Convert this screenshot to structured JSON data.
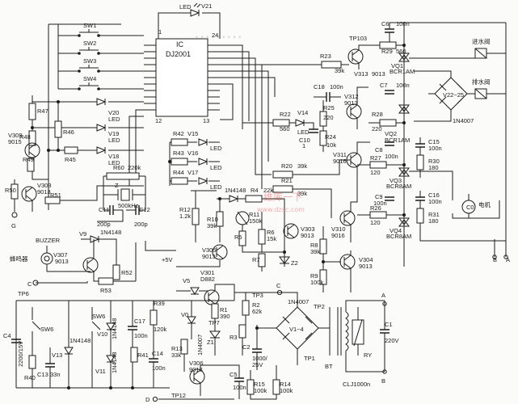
{
  "colors": {
    "ink": "#1c1c1c",
    "watermark": "#e86a6a"
  },
  "ic": {
    "name": "IC",
    "part": "DJ2001",
    "pin1": "1",
    "pin12": "12",
    "pin13": "13",
    "pin24": "24"
  },
  "switches": [
    "SW1",
    "SW2",
    "SW3",
    "SW4"
  ],
  "top": {
    "led": "LED",
    "v21": "V21"
  },
  "left_leds": {
    "v20": "V20",
    "v19": "V19",
    "v18": "V18",
    "led": "LED"
  },
  "left": {
    "r47": "R47",
    "r48": "R48",
    "r46": "R46",
    "r45": "R45",
    "r49": "R49",
    "v309": "V309",
    "t9015": "9015",
    "r50": "R50",
    "v308": "V308",
    "t9013": "9013",
    "r51": "R51",
    "g": "G"
  },
  "mid_leds": {
    "r42": "R42",
    "r43": "R43",
    "r44": "R44",
    "v15": "V15",
    "v16": "V16",
    "v17": "V17",
    "led": "LED"
  },
  "osc": {
    "r60": "R60",
    "r60v": "220k",
    "z": "Z",
    "xtal": "500kHz",
    "c11": "C11",
    "c12": "C12",
    "c11v": "200p",
    "c12v": "200p"
  },
  "buzzer": {
    "label": "BUZZER",
    "name": "蜂鸣器",
    "v9": "V9",
    "d": "1N4148",
    "v307": "V307",
    "t": "9013",
    "r52": "R52",
    "r53": "R53",
    "c": "C",
    "plus5": "+5V"
  },
  "ctrl": {
    "r22": "R22",
    "r22v": "560",
    "v14": "V14",
    "led": "LED",
    "c10": "C10",
    "c10v": "1",
    "c18": "C18",
    "c18v": "100n",
    "r25": "R25",
    "r25v": "220",
    "r24": "R24",
    "r24v": "10k",
    "v312": "V312",
    "t312": "9013",
    "v311": "V311",
    "t311": "9016",
    "r20": "R20",
    "r20v": "39k",
    "r21": "R21",
    "r21v": "39k",
    "r23": "R23",
    "r23v": "39k",
    "tp103": "TP103",
    "v313": "V313",
    "t313": "9013"
  },
  "mid": {
    "d4148": "1N4148",
    "r4": "R4",
    "r4v": "22k",
    "r10": "R10",
    "r10v": "39k",
    "r6": "R6",
    "r6v": "15k",
    "r5": "R5",
    "r7": "R7",
    "r11": "R11",
    "r11v": "150k",
    "v303": "V303",
    "t303": "9013",
    "v305": "V305",
    "t305": "9013",
    "z2": "Z2",
    "r12": "R12",
    "r12v": "1.2k",
    "r8": "R8",
    "r8v": "39k",
    "r9": "R9",
    "r9v": "100k",
    "v304": "V304",
    "t304": "9013",
    "v310": "V310",
    "t310": "9016"
  },
  "triacs": {
    "r29": "R29",
    "r29v": "560",
    "c6": "C6",
    "c6v": "100n",
    "vq1": "VQ1",
    "vq1v": "BCR1AM",
    "c7": "C7",
    "c7v": "100n",
    "r28": "R28",
    "r28v": "220",
    "vq2": "VQ2",
    "vq2v": "BCR1AM",
    "c8": "C8",
    "c8v": "100n",
    "r27": "R27",
    "r27v": "120",
    "vq3": "VQ3",
    "vq3v": "BCR8AM",
    "c9": "C9",
    "c9v": "100n",
    "r26": "R26",
    "r26v": "120",
    "vq4": "VQ4",
    "vq4v": "BCR8AM",
    "c15": "C15",
    "c15v": "100n",
    "r30": "R30",
    "r30v": "180",
    "c16": "C16",
    "c16v": "100n",
    "r31": "R31",
    "r31v": "180"
  },
  "loads": {
    "inlet": "进水阀",
    "drain": "排水阀",
    "bridge": "V22~25",
    "diode": "1N4007",
    "motor": "电机",
    "c0": "C0",
    "b": "B",
    "a": "A"
  },
  "psu": {
    "tp6": "TP6",
    "sw6": "SW6",
    "sw6b": "SW6",
    "c4": "C4",
    "c4v": "2200/15V",
    "r40": "R40",
    "c13": "C13",
    "c13v": "33n",
    "v13": "V13",
    "d1": "1N4148",
    "v10": "V10",
    "d2": "1N4148",
    "v11": "V11",
    "d3": "1N4148",
    "c17": "C17",
    "c17v": "100n",
    "r39": "R39",
    "r39v": "120k",
    "r41": "R41",
    "c14": "C14",
    "c14v": "100n",
    "r13": "R13",
    "r13v": "33k",
    "v5": "V5",
    "v0": "V0",
    "d4": "1N4007",
    "v301": "V301",
    "t301": "D882",
    "r1": "R1",
    "r1v": "390",
    "tp7": "TP7",
    "z1": "Z1",
    "tp3": "TP3",
    "r2": "R2",
    "r2v": "62k",
    "r3": "R3",
    "c2": "C2",
    "c2v": "1000/",
    "c2v2": "25V",
    "bridge": "V1~4",
    "d5": "1N4007",
    "tp2": "TP2",
    "tp1": "TP1",
    "bt": "BT",
    "ry": "RY",
    "c1": "C1",
    "c1v": "220V",
    "clj": "CLJ1000n",
    "v306": "V306",
    "t306": "9013",
    "c5": "C5",
    "c5v": "100n",
    "r15": "R15",
    "r15v": "100k",
    "r14": "R14",
    "r14v": "100k",
    "tp12": "TP12",
    "d": "D",
    "c": "C",
    "a": "A",
    "b": "B"
  },
  "watermark": {
    "site": "维库一下",
    "url": "www.dzsc.com"
  }
}
